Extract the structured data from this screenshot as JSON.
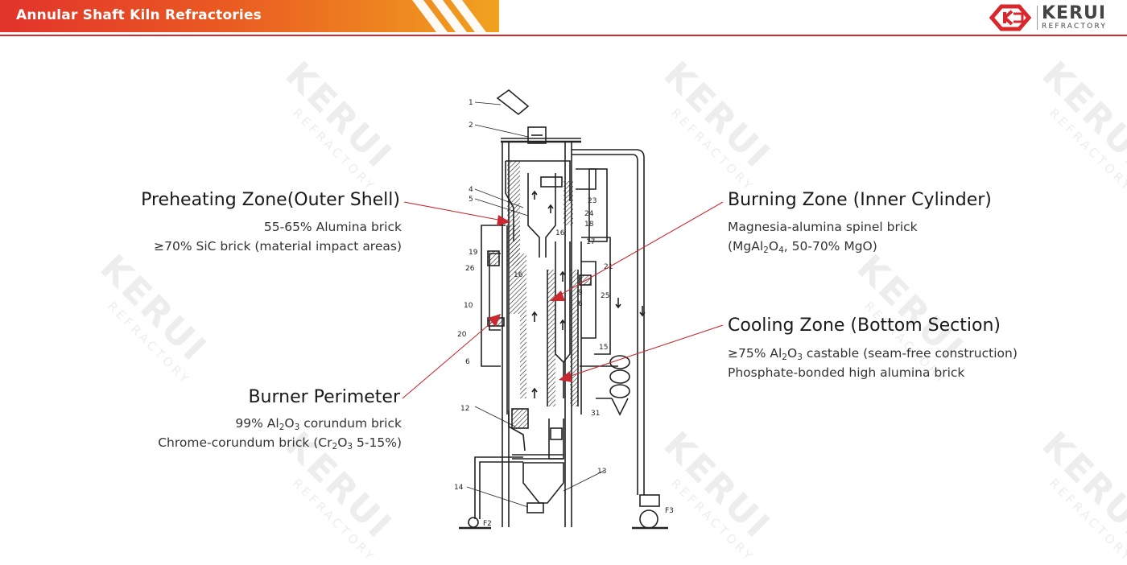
{
  "header": {
    "title": "Annular Shaft Kiln Refractories",
    "brand_name": "KERUI",
    "brand_sub": "REFRACTORY",
    "accent": "#d9272e"
  },
  "zones": {
    "preheating": {
      "title": "Preheating Zone(Outer Shell)",
      "line1": "55-65% Alumina brick",
      "line2": "≥70% SiC brick (material impact areas)"
    },
    "burner": {
      "title": "Burner Perimeter",
      "line1_pre": "99% Al",
      "line1_sub1": "2",
      "line1_mid": "O",
      "line1_sub2": "3",
      "line1_post": " corundum brick",
      "line2_pre": "Chrome-corundum brick (Cr",
      "line2_sub1": "2",
      "line2_mid": "O",
      "line2_sub2": "3",
      "line2_post": " 5-15%)"
    },
    "burning": {
      "title": "Burning Zone (Inner Cylinder)",
      "line1": "Magnesia-alumina spinel brick",
      "line2_pre": "(MgAl",
      "line2_sub1": "2",
      "line2_mid": "O",
      "line2_sub2": "4",
      "line2_post": ", 50-70% MgO)"
    },
    "cooling": {
      "title": "Cooling Zone (Bottom Section)",
      "line1_pre": "≥75% Al",
      "line1_sub1": "2",
      "line1_mid": "O",
      "line1_sub2": "3",
      "line1_post": " castable (seam-free construction)",
      "line2": "Phosphate-bonded high alumina brick"
    }
  },
  "diagram_labels": {
    "n1": "1",
    "n2": "2",
    "n4": "4",
    "n5": "5",
    "n23": "23",
    "n24": "24",
    "n18": "18",
    "n16": "16",
    "n17": "17",
    "n19": "19",
    "n26": "26",
    "n16b": "16",
    "n21": "21",
    "n9": "9",
    "n25": "25",
    "n10": "10",
    "n6": "6",
    "n20": "20",
    "n15": "15",
    "n6b": "6",
    "n12": "12",
    "n31": "31",
    "n13": "13",
    "n14": "14",
    "f2": "F2",
    "f3": "F3"
  },
  "watermark": {
    "text": "KERUI",
    "sub": "REFRACTORY"
  }
}
